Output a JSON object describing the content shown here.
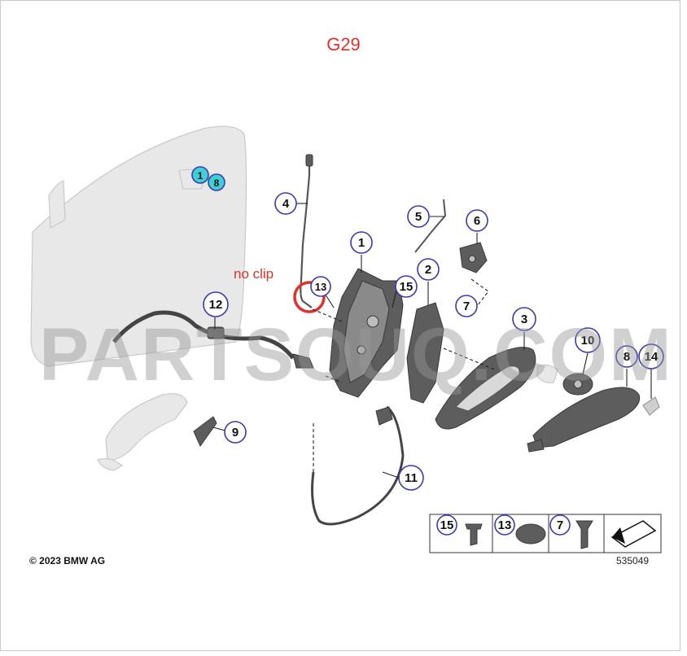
{
  "title": "G29",
  "annotation": "no clip",
  "copyright": "© 2023 BMW AG",
  "diagram_number": "535049",
  "watermark": "PARTSOUQ.COM",
  "callouts": {
    "c1_door": "1",
    "c8_door": "8",
    "c1": "1",
    "c2": "2",
    "c3": "3",
    "c4": "4",
    "c5": "5",
    "c6": "6",
    "c7": "7",
    "c8": "8",
    "c9": "9",
    "c10": "10",
    "c11": "11",
    "c12": "12",
    "c13": "13",
    "c14": "14",
    "c15": "15"
  },
  "hardware_table": [
    {
      "number": "15"
    },
    {
      "number": "13"
    },
    {
      "number": "7"
    }
  ],
  "colors": {
    "title_red": "#e0322b",
    "callout_stroke": "#3a3ab0",
    "callout_highlight": "#3fd0d6",
    "part_gray": "#5d5d5d"
  }
}
